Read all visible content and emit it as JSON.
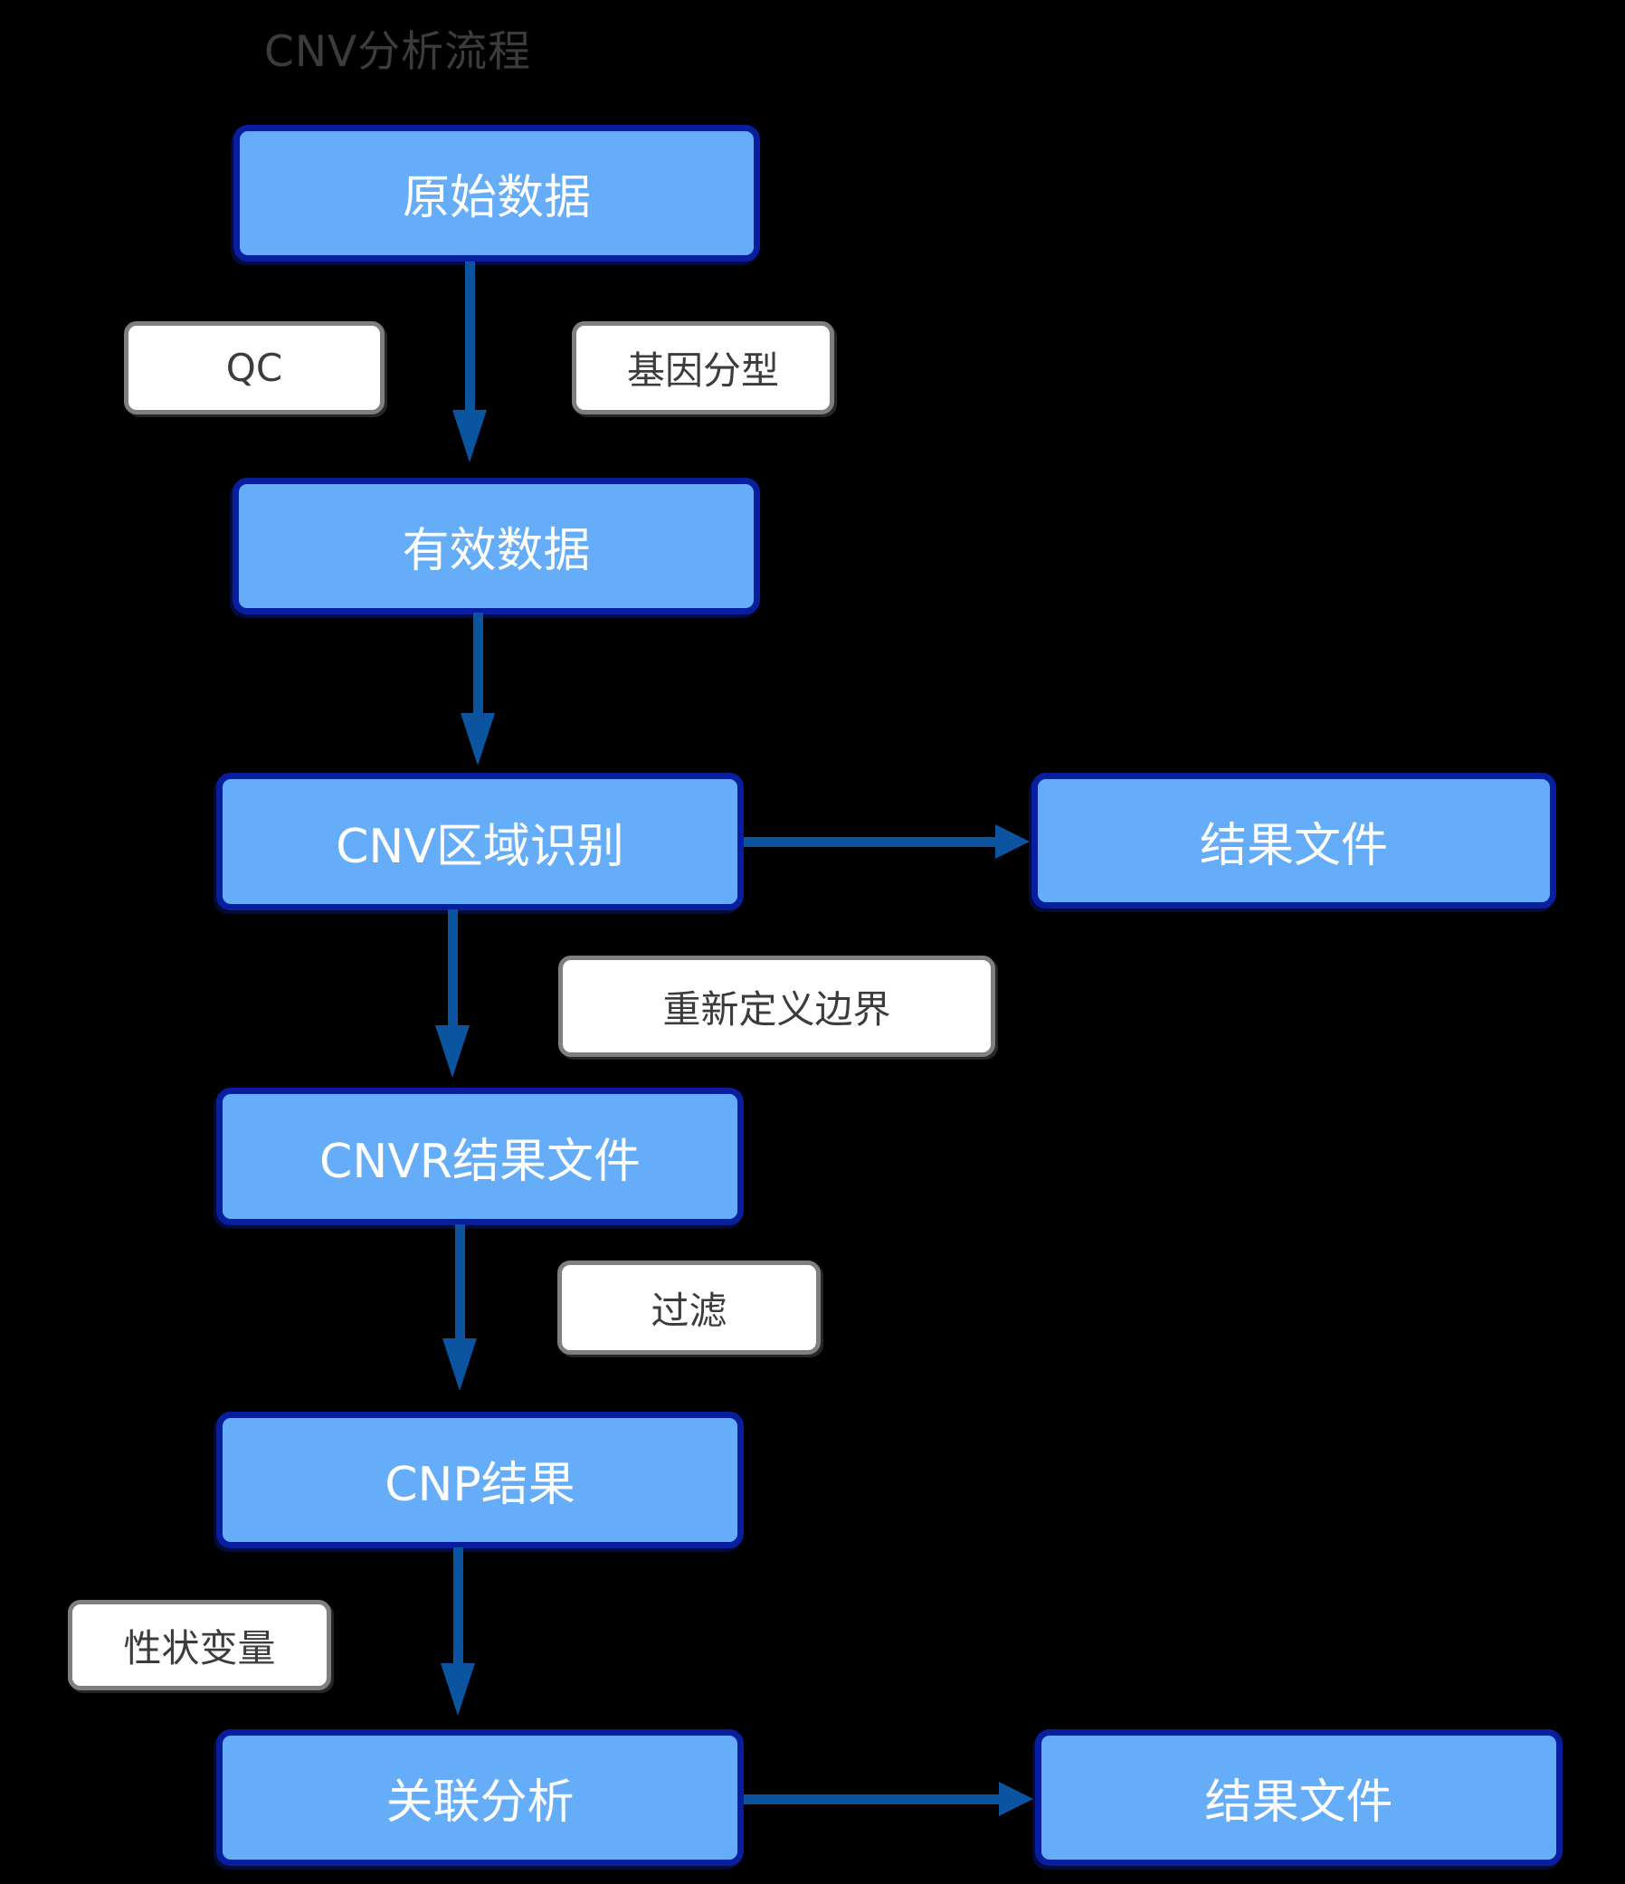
{
  "title": "CNV分析流程",
  "colors": {
    "background": "#000000",
    "node_fill": "#66ADF9",
    "node_border": "#071F9E",
    "node_text": "#FFFFFF",
    "arrow": "#0B54A0",
    "label_border": "#7F7F7F",
    "label_text": "#3C3C3C",
    "title_text": "#3C3C3C"
  },
  "nodes": [
    {
      "id": "raw-data",
      "label": "原始数据"
    },
    {
      "id": "valid-data",
      "label": "有效数据"
    },
    {
      "id": "cnv-region-identification",
      "label": "CNV区域识别"
    },
    {
      "id": "result-file-top",
      "label": "结果文件"
    },
    {
      "id": "cnvr-result-file",
      "label": "CNVR结果文件"
    },
    {
      "id": "cnp-result",
      "label": "CNP结果"
    },
    {
      "id": "association-analysis",
      "label": "关联分析"
    },
    {
      "id": "result-file-bottom",
      "label": "结果文件"
    }
  ],
  "labels": [
    {
      "id": "qc",
      "text": "QC"
    },
    {
      "id": "genotyping",
      "text": "基因分型"
    },
    {
      "id": "redefine-boundary",
      "text": "重新定义边界"
    },
    {
      "id": "filter",
      "text": "过滤"
    },
    {
      "id": "trait-variable",
      "text": "性状变量"
    }
  ],
  "edges": [
    {
      "from": "raw-data",
      "to": "valid-data",
      "via": [
        "qc",
        "genotyping"
      ]
    },
    {
      "from": "valid-data",
      "to": "cnv-region-identification"
    },
    {
      "from": "cnv-region-identification",
      "to": "result-file-top"
    },
    {
      "from": "cnv-region-identification",
      "to": "cnvr-result-file",
      "via": [
        "redefine-boundary"
      ]
    },
    {
      "from": "cnvr-result-file",
      "to": "cnp-result",
      "via": [
        "filter"
      ]
    },
    {
      "from": "cnp-result",
      "to": "association-analysis",
      "via": [
        "trait-variable"
      ]
    },
    {
      "from": "association-analysis",
      "to": "result-file-bottom"
    }
  ]
}
